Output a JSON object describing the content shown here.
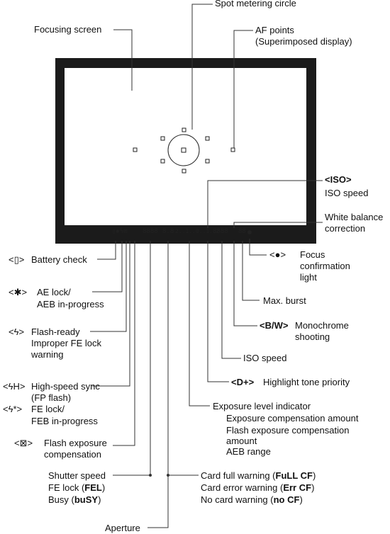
{
  "title": {
    "spot_metering_circle": "Spot metering circle",
    "focusing_screen": "Focusing screen",
    "af_points_1": "AF points",
    "af_points_2": "(Superimposed display)"
  },
  "right": {
    "iso_sym": "<ISO>",
    "iso_speed_top": "ISO speed",
    "wb_1": "White balance",
    "wb_2": "correction",
    "focus_sym": "<●>",
    "focus_1": "Focus",
    "focus_2": "confirmation",
    "focus_3": "light",
    "max_burst": "Max. burst",
    "bw_sym": "<B/W>",
    "bw_1": "Monochrome",
    "bw_2": "shooting",
    "iso_speed_bottom": "ISO speed",
    "d_sym": "<D+>",
    "highlight": "Highlight tone priority",
    "exp_title": "Exposure level indicator",
    "exp_1": "Exposure compensation amount",
    "exp_2": "Flash exposure compensation",
    "exp_3": "amount",
    "exp_4": "AEB range",
    "card_full_pre": "Card full warning (",
    "card_full_code": "FuLL CF",
    "card_err_pre": "Card error warning (",
    "card_err_code": "Err CF",
    "no_card_pre": "No card warning (",
    "no_card_code": "no CF",
    "close_paren": ")"
  },
  "left": {
    "battery_sym": "<▯>",
    "battery": "Battery check",
    "ae_sym": "<✱>",
    "ae_1": "AE lock/",
    "ae_2": "AEB in-progress",
    "flash_sym": "<ϟ>",
    "flash_1": "Flash-ready",
    "flash_2": "Improper FE lock",
    "flash_3": "warning",
    "hs_sym": "<ϟH>",
    "hs_1": "High-speed sync",
    "hs_2": "(FP flash)",
    "fe_sym": "<ϟ*>",
    "fe_1": "FE lock/",
    "fe_2": "FEB in-progress",
    "fec_sym": "<⊠>",
    "fec_1": "Flash exposure",
    "fec_2": "compensation",
    "shutter": "Shutter speed",
    "fel_pre": "FE lock (",
    "fel_code": "FEL",
    "busy_pre": "Busy (",
    "busy_code": "buSY",
    "close_paren": ")",
    "aperture": "Aperture"
  },
  "lcd": {
    "shutter_digits": "8888",
    "aperture_digits": "8.8",
    "scale": "2..1..0..1..2",
    "iso_digits": "8888",
    "burst_digits": "88"
  }
}
